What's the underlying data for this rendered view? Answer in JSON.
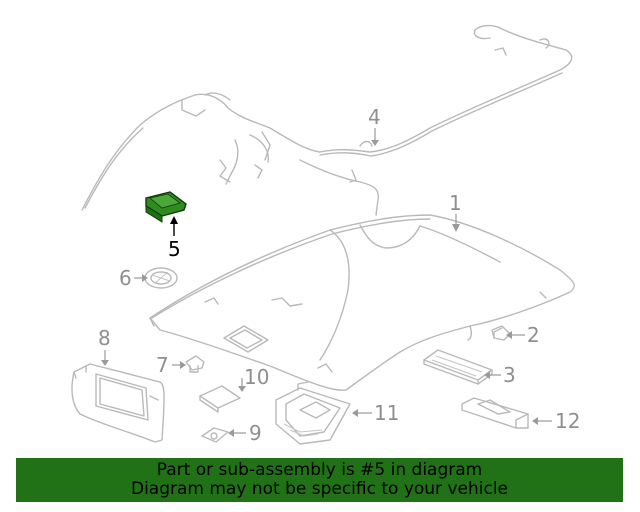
{
  "diagram": {
    "highlight_color": "#217116",
    "callouts": [
      {
        "id": "1",
        "label": "1"
      },
      {
        "id": "2",
        "label": "2"
      },
      {
        "id": "3",
        "label": "3"
      },
      {
        "id": "4",
        "label": "4"
      },
      {
        "id": "5",
        "label": "5",
        "highlighted": true
      },
      {
        "id": "6",
        "label": "6"
      },
      {
        "id": "7",
        "label": "7"
      },
      {
        "id": "8",
        "label": "8"
      },
      {
        "id": "9",
        "label": "9"
      },
      {
        "id": "10",
        "label": "10"
      },
      {
        "id": "11",
        "label": "11"
      },
      {
        "id": "12",
        "label": "12"
      }
    ]
  },
  "banner": {
    "line1": "Part or sub-assembly is #5 in diagram",
    "line2": "Diagram may not be specific to your vehicle",
    "background": "#217116"
  }
}
